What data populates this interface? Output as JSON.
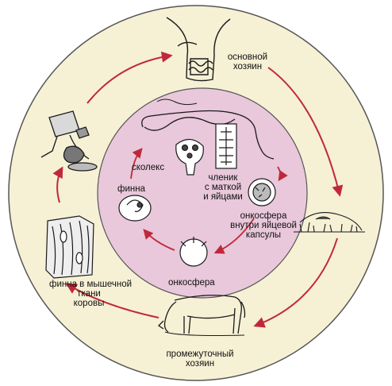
{
  "colors": {
    "outer_ring": "#f6f0d5",
    "inner_circle": "#e8c8da",
    "arrow": "#c0283a",
    "ink": "#1a1a1a"
  },
  "labels": {
    "main_host": [
      "основной",
      "хозяин"
    ],
    "intermediate_host": [
      "промежуточный",
      "хозяин"
    ],
    "finna_muscle": [
      "финна в мышечной",
      "ткани",
      "коровы"
    ],
    "scolex": "сколекс",
    "finna": "финна",
    "segment": [
      "членик",
      "с маткой",
      "и яйцами"
    ],
    "oncosphere_capsule": [
      "онкосфера",
      "внутри яйцевой",
      "капсулы"
    ],
    "oncosphere": "онкосфера"
  },
  "icons": [
    "human-torso-intestine-icon",
    "meat-grinder-icon",
    "muscle-tissue-icon",
    "cow-icon",
    "grass-dung-icon",
    "tapeworm-icon",
    "scolex-icon",
    "proglottid-icon",
    "egg-capsule-icon",
    "oncosphere-icon",
    "finna-cyst-icon"
  ]
}
